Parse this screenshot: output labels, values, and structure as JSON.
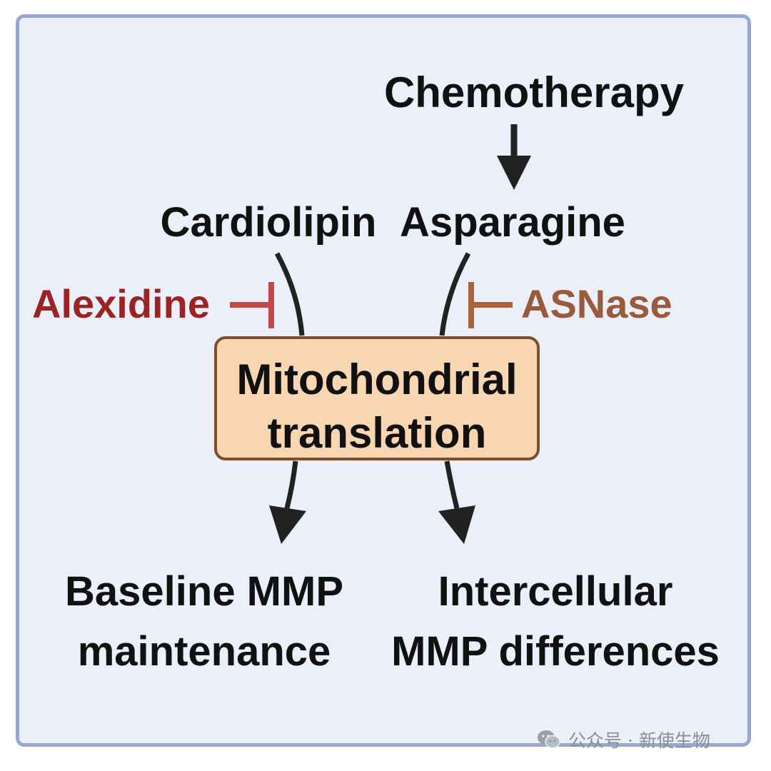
{
  "nodes": {
    "chemotherapy": "Chemotherapy",
    "cardiolipin": "Cardiolipin",
    "asparagine": "Asparagine",
    "alexidine": "Alexidine",
    "asnase": "ASNase",
    "mito_line1": "Mitochondrial",
    "mito_line2": "translation",
    "out_left_line1": "Baseline MMP",
    "out_left_line2": "maintenance",
    "out_right_line1": "Intercellular",
    "out_right_line2": "MMP differences"
  },
  "colors": {
    "background": "#eaeff9",
    "frame": "#93a9d3",
    "box_fill": "#f7d6b1",
    "box_border": "#7c4e29",
    "alexidine": "#9b2323",
    "asnase": "#9a5a3c",
    "arrow": "#222222"
  },
  "watermark": {
    "icon": "wechat-icon",
    "text": "公众号 · 新使生物"
  }
}
